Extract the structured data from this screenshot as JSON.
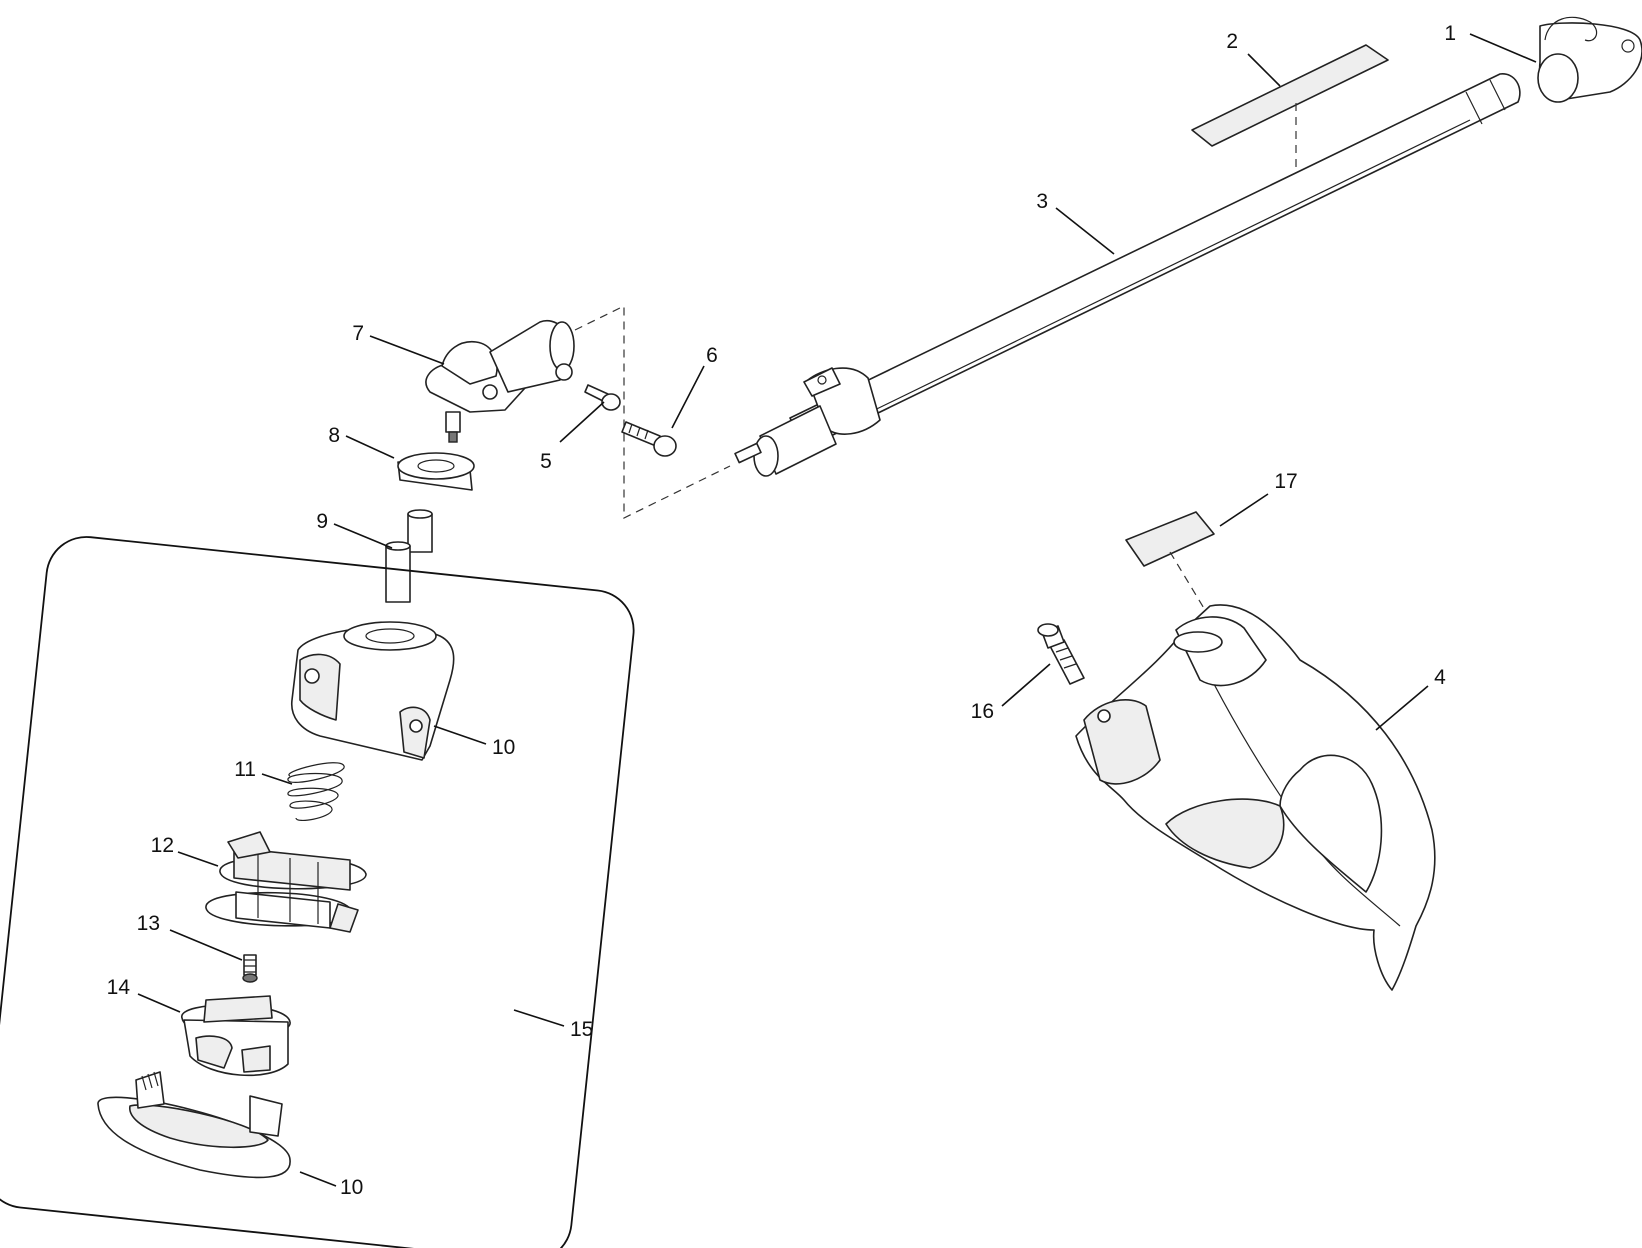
{
  "callouts": {
    "c1": "1",
    "c2": "2",
    "c3": "3",
    "c4": "4",
    "c5": "5",
    "c6": "6",
    "c7": "7",
    "c8": "8",
    "c9": "9",
    "c10a": "10",
    "c10b": "10",
    "c11": "11",
    "c12": "12",
    "c13": "13",
    "c14": "14",
    "c15": "15",
    "c16": "16",
    "c17": "17"
  },
  "colors": {
    "line": "#222222",
    "fill": "#ffffff",
    "shade": "#eeeeee"
  }
}
